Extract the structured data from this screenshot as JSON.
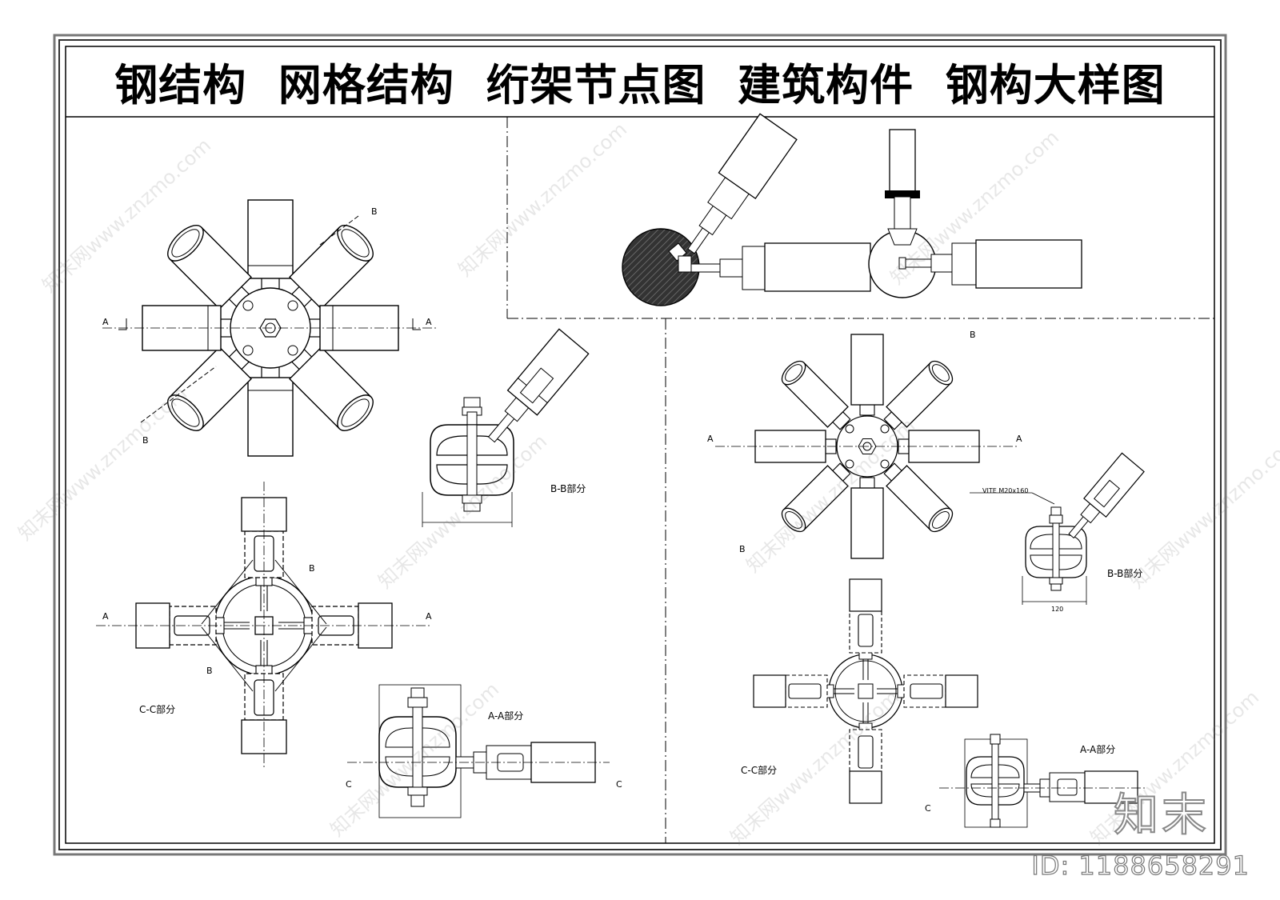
{
  "title": "钢结构  网格结构  绗架节点图  建筑构件  钢构大样图",
  "left": {
    "section_bb": "B-B部分",
    "section_cc": "C-C部分",
    "section_aa": "A-A部分"
  },
  "right": {
    "section_bb": "B-B部分",
    "section_cc": "C-C部分",
    "section_aa": "A-A部分",
    "bolt_note": "VITE M20x160",
    "dim_120": "120"
  },
  "markers": {
    "a": "A",
    "b": "B",
    "c": "C"
  },
  "watermark": {
    "text": "知末网www.znzmo.com",
    "logo": "知末",
    "id": "ID: 1188658291"
  }
}
